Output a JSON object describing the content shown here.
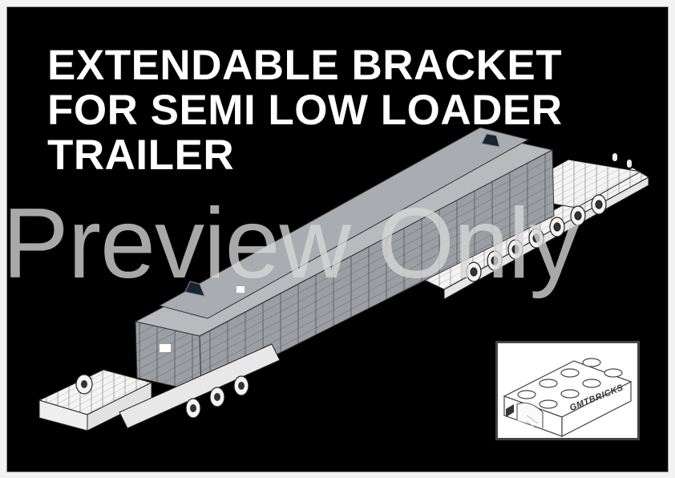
{
  "title": {
    "lines": [
      "EXTENDABLE BRACKET",
      "FOR SEMI LOW LOADER",
      "TRAILER"
    ]
  },
  "watermark": {
    "text": "Preview Only"
  },
  "logo": {
    "text": "GMTBRICKS",
    "icon": "lego-brick-2x4-logo"
  },
  "illustration": {
    "subject": "semi-low-loader-trailer-with-grey-load",
    "accent_color": "#d0141a",
    "load_color": "#9b9ea2"
  },
  "colors": {
    "background": "#000000",
    "title": "#ffffff",
    "watermark": "#d7d7d7",
    "page": "#f2f2f2"
  }
}
